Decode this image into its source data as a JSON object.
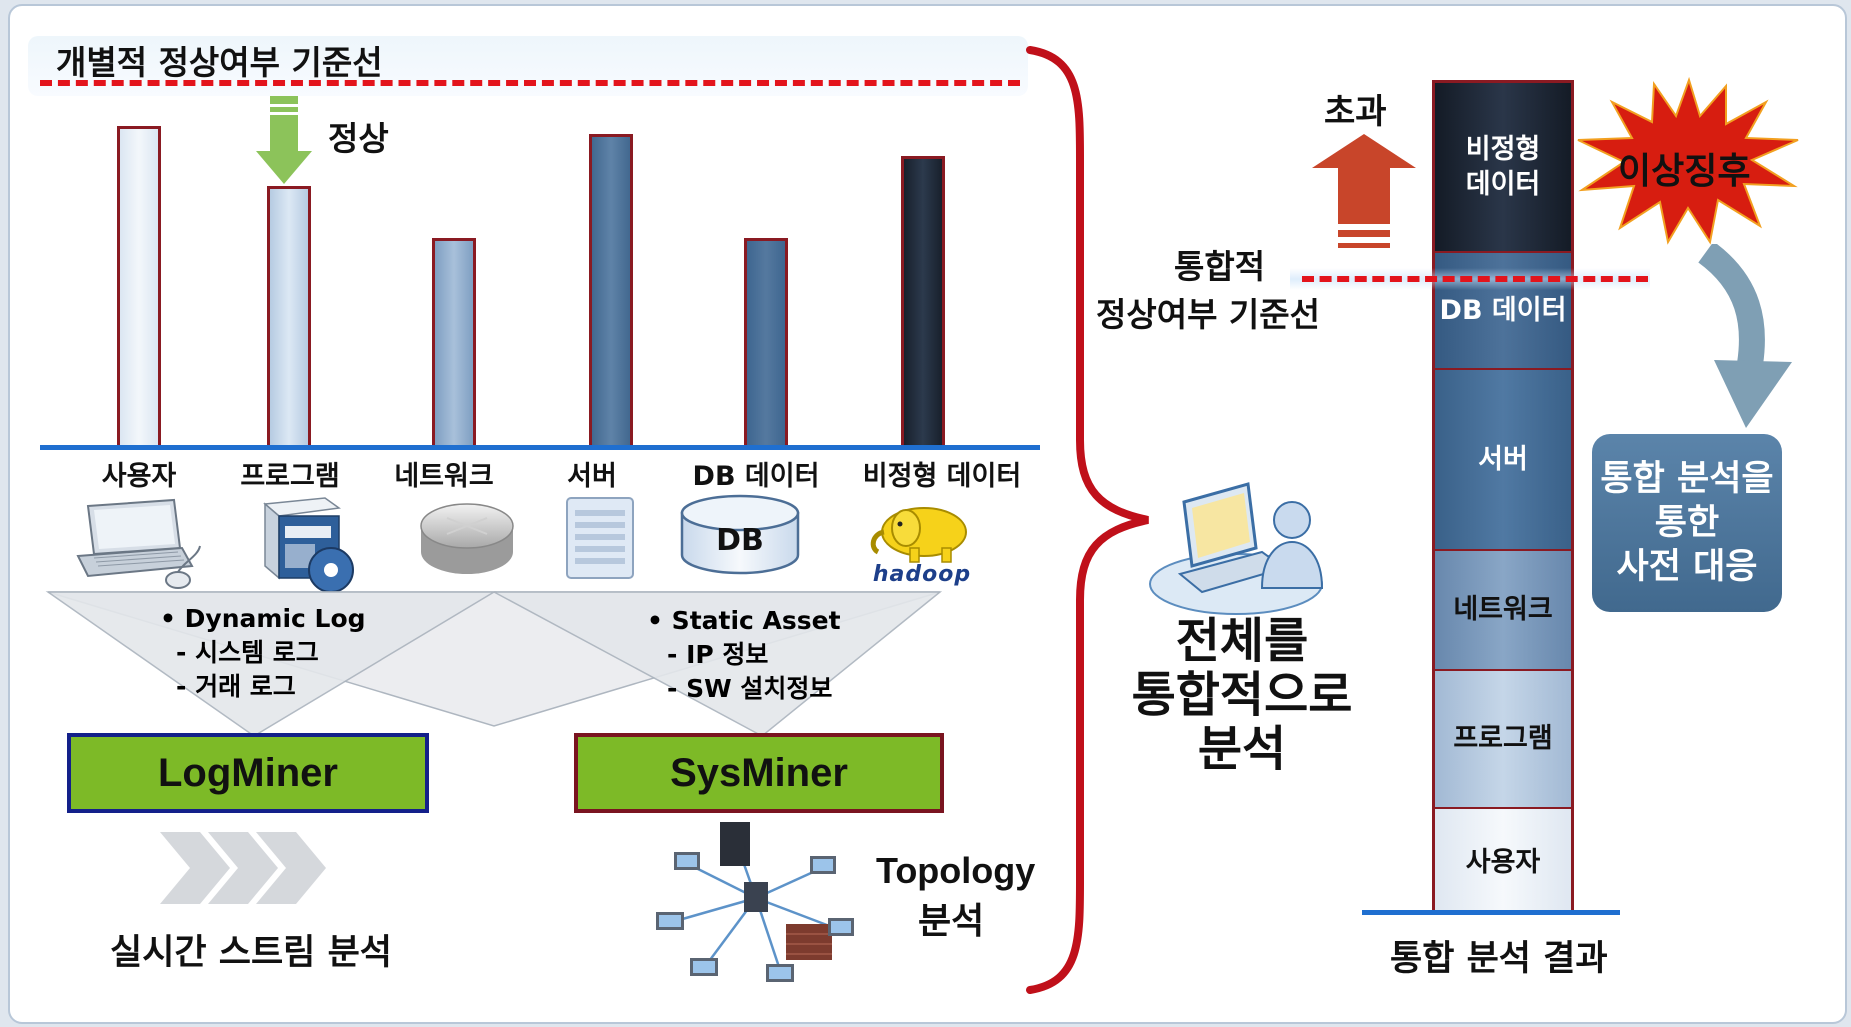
{
  "left_panel": {
    "threshold_title": "개별적 정상여부 기준선",
    "normal_label": "정상",
    "categories": [
      "사용자",
      "프로그램",
      "네트워크",
      "서버",
      "DB 데이터",
      "비정형 데이터"
    ],
    "db_icon_text": "DB",
    "hadoop_icon_text": "hadoop",
    "dynamic": {
      "title": "• Dynamic Log",
      "items": [
        "- 시스템 로그",
        "- 거래 로그"
      ]
    },
    "static": {
      "title": "• Static Asset",
      "items": [
        "- IP 정보",
        "- SW 설치정보"
      ]
    },
    "logminer_label": "LogMiner",
    "sysminer_label": "SysMiner",
    "stream_label": "실시간 스트림 분석",
    "topology_label_1": "Topology",
    "topology_label_2": "분석"
  },
  "middle": {
    "integrate_lines": [
      "전체를",
      "통합적으로",
      "분석"
    ]
  },
  "right_panel": {
    "exceed_label": "초과",
    "combined_threshold_1": "통합적",
    "combined_threshold_2": "정상여부 기준선",
    "stack_segments": [
      {
        "label": "비정형\n데이터",
        "color": "#1d2838",
        "text_color": "#ffffff"
      },
      {
        "label": "DB 데이터",
        "color": "#3b5f86",
        "text_color": "#ffffff"
      },
      {
        "label": "서버",
        "color": "#3e6690",
        "text_color": "#ffffff"
      },
      {
        "label": "네트워크",
        "color": "#6d8fb5",
        "text_color": "#111111"
      },
      {
        "label": "프로그램",
        "color": "#a9bfd8",
        "text_color": "#111111"
      },
      {
        "label": "사용자",
        "color": "#e6edf5",
        "text_color": "#111111"
      }
    ],
    "anomaly_label": "이상징후",
    "response_lines": [
      "통합 분석을",
      "통한",
      "사전 대응"
    ],
    "result_label": "통합 분석 결과"
  },
  "colors": {
    "red_dash": "#e3141c",
    "axis_blue": "#1f6fd0",
    "bracket_red": "#c0101a",
    "green_arrow": "#8cc35a",
    "exceed_arrow": "#c8452a",
    "response_box": "#4a7398",
    "miner_green": "#7dba27"
  }
}
